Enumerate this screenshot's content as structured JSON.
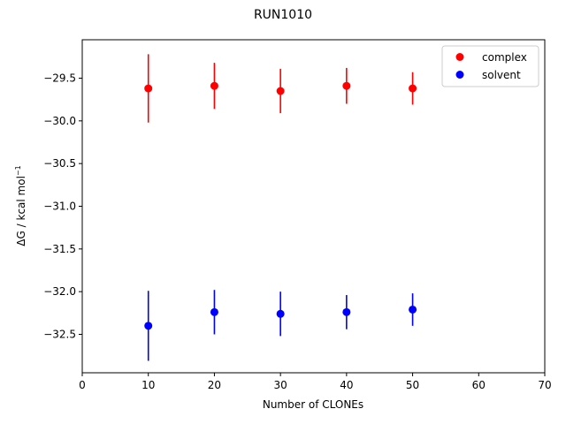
{
  "chart_data": {
    "type": "scatter",
    "title": "RUN1010",
    "xlabel": "Number of CLONEs",
    "ylabel_main": "ΔG / kcal mol",
    "ylabel_sup": "−1",
    "xlim": [
      0,
      70
    ],
    "ylim": [
      -32.95,
      -29.05
    ],
    "xticks": [
      0,
      10,
      20,
      30,
      40,
      50,
      60,
      70
    ],
    "yticks": [
      -32.5,
      -32.0,
      -31.5,
      -31.0,
      -30.5,
      -30.0,
      -29.5
    ],
    "xtick_labels": [
      "0",
      "10",
      "20",
      "30",
      "40",
      "50",
      "60",
      "70"
    ],
    "ytick_labels": [
      "−32.5",
      "−32.0",
      "−31.5",
      "−31.0",
      "−30.5",
      "−30.0",
      "−29.5"
    ],
    "grid": false,
    "legend_position": "top-right",
    "series": [
      {
        "name": "complex",
        "color": "#ff0000",
        "x": [
          10,
          20,
          30,
          40,
          50
        ],
        "y": [
          -29.62,
          -29.59,
          -29.65,
          -29.59,
          -29.62
        ],
        "yerr": [
          0.4,
          0.27,
          0.26,
          0.21,
          0.19
        ]
      },
      {
        "name": "solvent",
        "color": "#0000ff",
        "x": [
          10,
          20,
          30,
          40,
          50
        ],
        "y": [
          -32.4,
          -32.24,
          -32.26,
          -32.24,
          -32.21
        ],
        "yerr": [
          0.41,
          0.26,
          0.26,
          0.2,
          0.19
        ]
      }
    ]
  }
}
